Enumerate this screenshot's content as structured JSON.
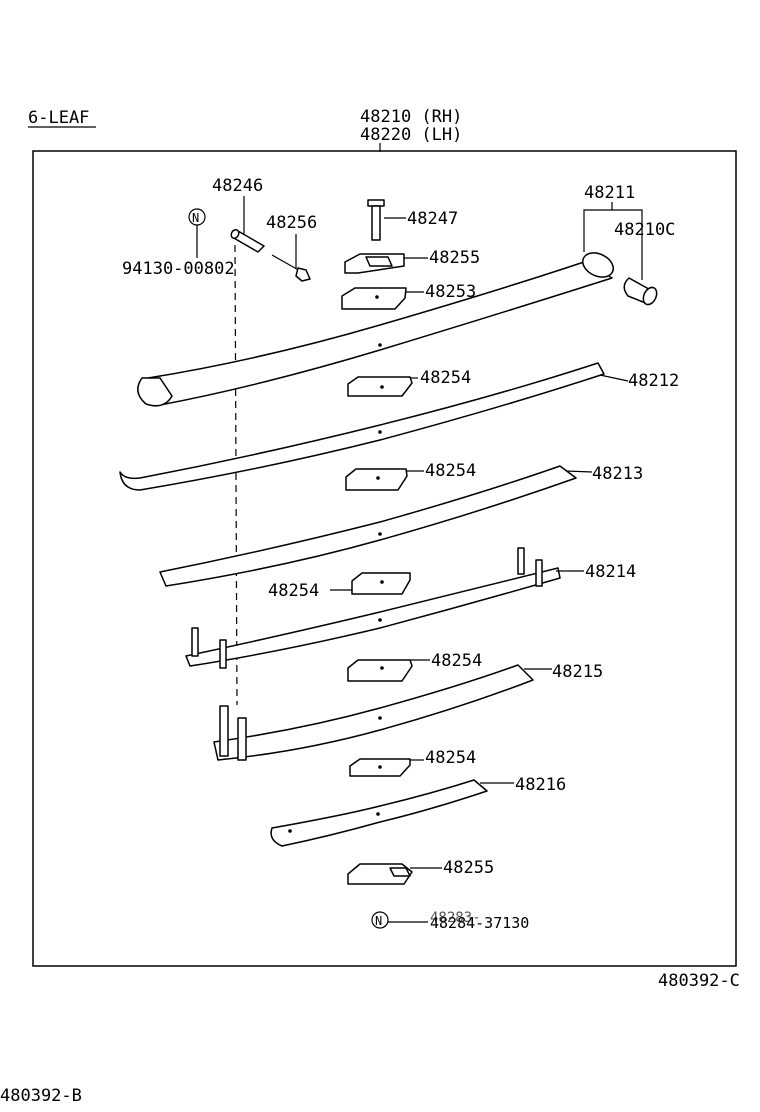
{
  "header": {
    "leaf_count_label": "6-LEAF",
    "assembly_rh": "48210 (RH)",
    "assembly_lh": "48220 (LH)"
  },
  "parts": {
    "p48246": "48246",
    "p48256": "48256",
    "p48247": "48247",
    "p48255_top": "48255",
    "p48253": "48253",
    "p48211": "48211",
    "p48210c": "48210C",
    "p94130": "94130-00802",
    "new_mark": "N",
    "p48254_a": "48254",
    "p48212": "48212",
    "p48254_b": "48254",
    "p48213": "48213",
    "p48254_c": "48254",
    "p48214": "48214",
    "p48254_d": "48254",
    "p48215": "48215",
    "p48254_e": "48254",
    "p48216": "48216",
    "p48255_bottom": "48255",
    "p48284": "48284-37130",
    "p48284_overstrike": "48283-"
  },
  "footer": {
    "diagram_ref": "480392-C",
    "page_ref": "480392-B"
  }
}
